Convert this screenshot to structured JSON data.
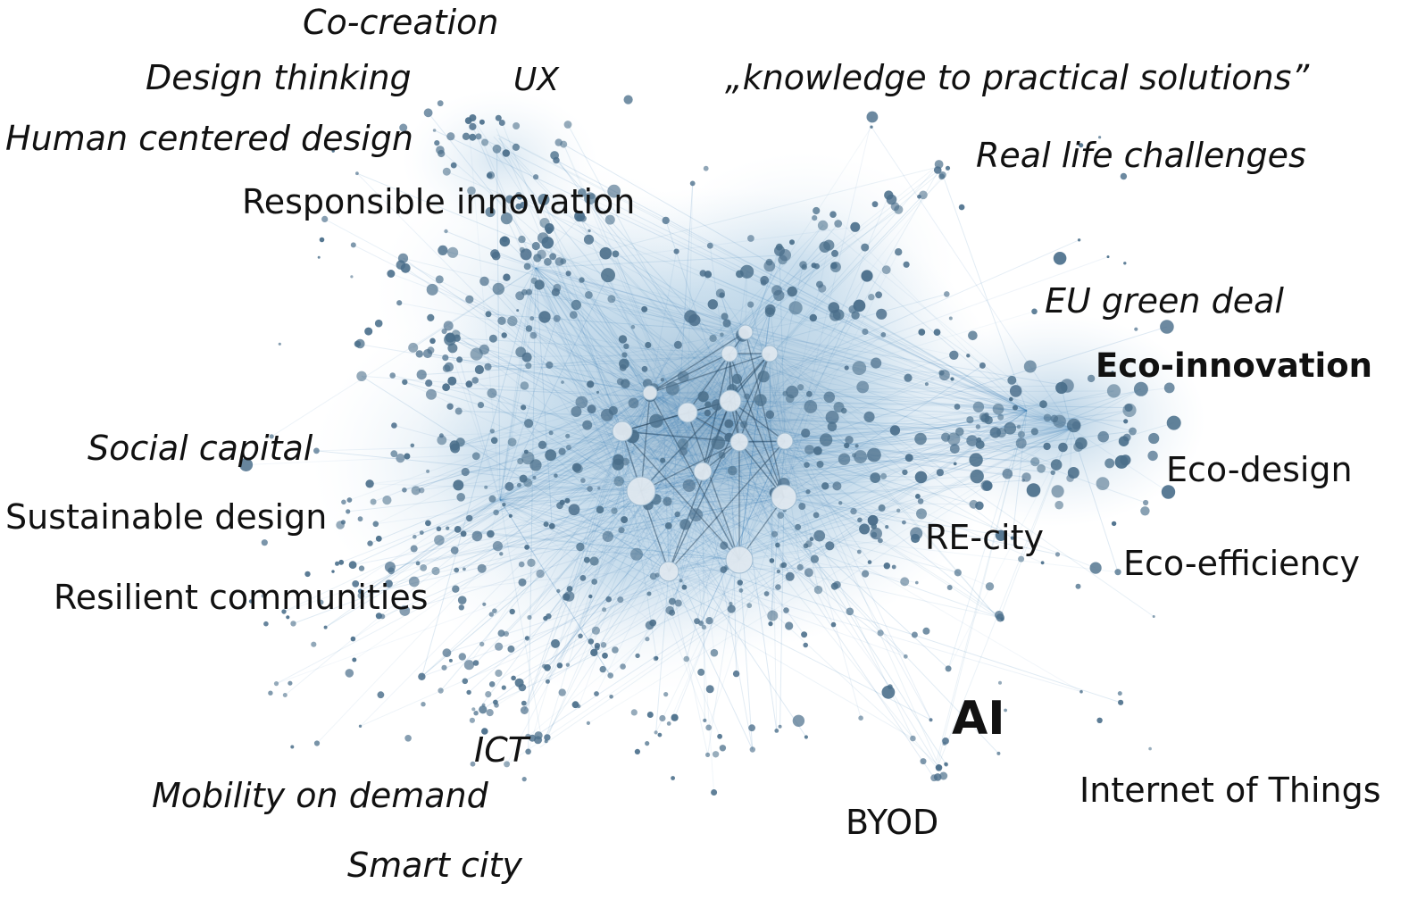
{
  "network": {
    "edge_color": "#3b7fb5",
    "node_color": "#4a6e8a",
    "hub_color": "#dfe8ef"
  },
  "labels": {
    "co_creation": "Co-creation",
    "design_thinking": "Design thinking",
    "ux": "UX",
    "knowledge_quote": "„knowledge to practical solutions”",
    "human_centered_design": "Human centered design",
    "real_life_challenges": "Real life challenges",
    "responsible_innovation": "Responsible innovation",
    "eu_green_deal": "EU green deal",
    "eco_innovation": "Eco-innovation",
    "social_capital": "Social capital",
    "eco_design": "Eco-design",
    "sustainable_design": "Sustainable design",
    "re_city": "RE-city",
    "eco_efficiency": "Eco-efficiency",
    "resilient_communities": "Resilient communities",
    "ai": "AI",
    "ict": "ICT",
    "internet_of_things": "Internet of Things",
    "mobility_on_demand": "Mobility on demand",
    "byod": "BYOD",
    "smart_city": "Smart city"
  }
}
